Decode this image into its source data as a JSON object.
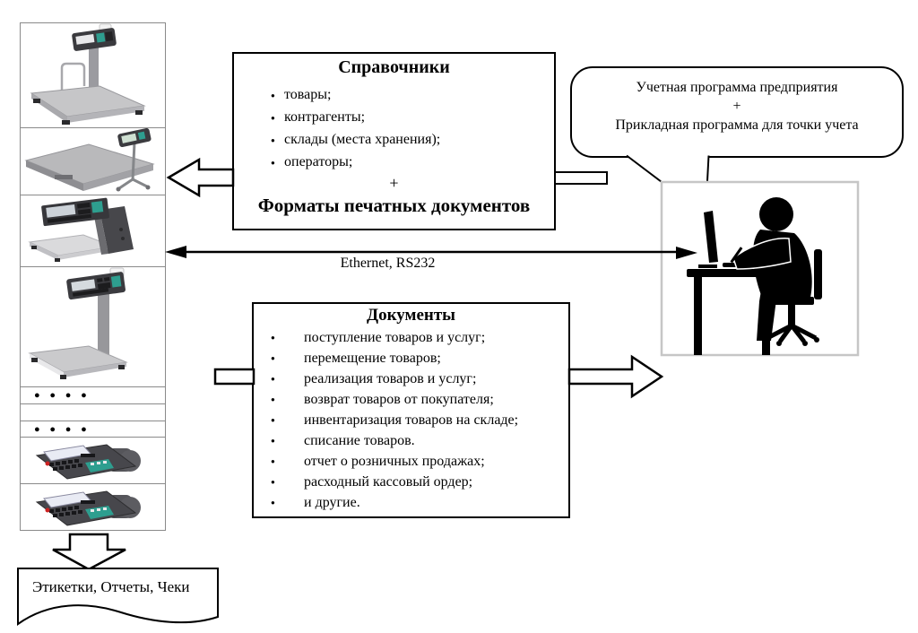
{
  "directories_box": {
    "title": "Справочники",
    "items": [
      "товары;",
      "контрагенты;",
      "склады (места хранения);",
      "операторы;"
    ],
    "plus": "+",
    "subtitle": "Форматы печатных документов"
  },
  "documents_box": {
    "title": "Документы",
    "items": [
      "поступление товаров и услуг;",
      "перемещение товаров;",
      "реализация товаров и услуг;",
      "возврат товаров от покупателя;",
      "инвентаризация товаров на складе;",
      "списание товаров.",
      "отчет о розничных продажах;",
      "расходный кассовый ордер;",
      "и другие."
    ]
  },
  "speech_bubble": {
    "line1": "Учетная программа предприятия",
    "plus": "+",
    "line2": "Прикладная программа для точки учета"
  },
  "connection": {
    "label": "Ethernet, RS232"
  },
  "output_banner": {
    "label": "Этикетки, Отчеты, Чеки"
  },
  "device_panel": {
    "dots_top": "● ● ● ●",
    "dots_bottom": "● ● ● ●",
    "devices": [
      "bench-scale-with-indicator",
      "platform-floor-scale",
      "label-printing-scale",
      "label-printing-scale-with-column",
      "cash-register",
      "cash-register"
    ]
  },
  "colors": {
    "outline": "#000000",
    "frame_border": "#c6c6c6",
    "panel_border": "#8a8a8a",
    "accent_teal": "#2e9e8f",
    "key_red": "#cc2222"
  }
}
